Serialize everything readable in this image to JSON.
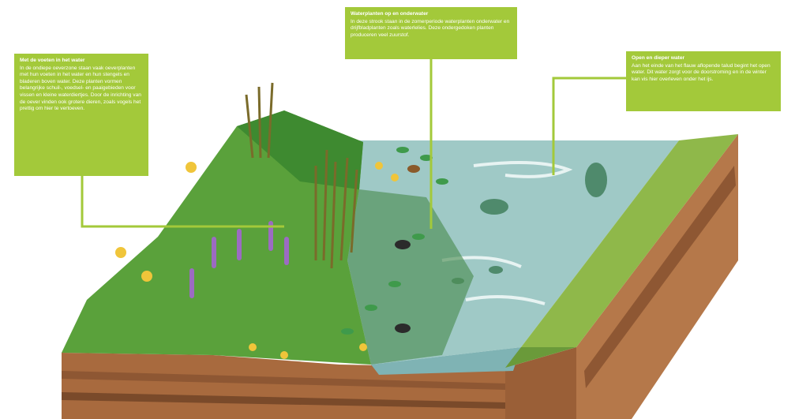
{
  "callouts": {
    "left": {
      "title": "Met de voeten in het water",
      "body": "In de ondiepe oeverzone staan vaak oeverplanten met hun voeten in het water en hun stengels en bladeren boven water. Deze planten vormen belangrijke schuil-, voedsel- en paaigebieden voor vissen en kleine waterdiertjes. Door de inrichting van de oever vinden ook grotere dieren, zoals vogels het prettig om hier te vertoeven."
    },
    "middle": {
      "title": "Waterplanten op en onderwater",
      "body": "In deze strook staan in de zomerperiode waterplanten onderwater en drijfbladplanten zoals waterlelies. Deze ondergedoken planten produceren veel zuurstof."
    },
    "right": {
      "title": "Open en dieper water",
      "body": "Aan het einde van het flauw aflopende talud begint het open water. Dit water zorgt voor de doorstroming en in de winter kan vis hier overleven onder het ijs."
    }
  },
  "colors": {
    "callout": "#a3c93a",
    "leader": "#a3c93a",
    "grass": "#5aa13b",
    "grass_dark": "#2f6b25",
    "water": "#9fc9c6",
    "water_deep": "#7fb3b4",
    "soil": "#a86a3e",
    "soil_dark": "#7a4a2a",
    "bank_top": "#8fb84a"
  }
}
